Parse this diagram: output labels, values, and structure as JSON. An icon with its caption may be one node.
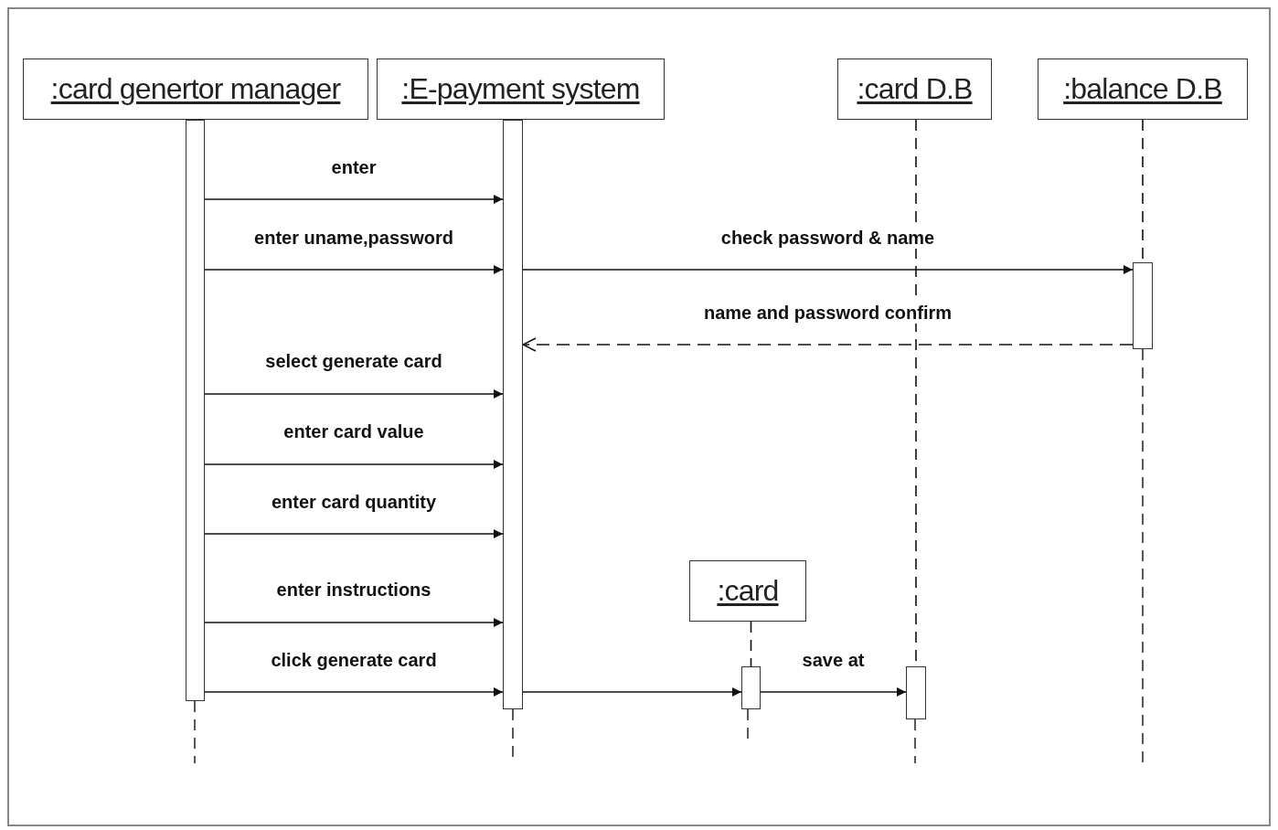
{
  "diagram": {
    "nodes": [
      {
        "text": [
          ":card genertor manager"
        ]
      },
      {
        "text": [
          ":E-payment system"
        ]
      },
      {
        "text": [
          ":card D.B"
        ]
      },
      {
        "text": [
          ":balance  D.B"
        ]
      },
      {
        "text": [],
        "shape": "bar"
      },
      {
        "text": [],
        "shape": "bar"
      },
      {
        "text": [],
        "shape": "bar"
      },
      {
        "text": [
          ":card"
        ]
      },
      {
        "text": [],
        "shape": "bar"
      },
      {
        "text": [],
        "shape": "bar"
      }
    ],
    "edges": [
      {
        "from": 4,
        "to": 5,
        "arrow": "to",
        "label": "enter"
      },
      {
        "from": 4,
        "to": 5,
        "arrow": "to",
        "label": "enter uname,password"
      },
      {
        "from": 5,
        "to": 6,
        "arrow": "to",
        "label": "check password & name"
      },
      {
        "from": 6,
        "to": 5,
        "arrow": "to",
        "label": "name and password confirm",
        "style": "dashed"
      },
      {
        "from": 4,
        "to": 5,
        "arrow": "to",
        "label": "select generate card"
      },
      {
        "from": 4,
        "to": 5,
        "arrow": "to",
        "label": "enter card value"
      },
      {
        "from": 4,
        "to": 5,
        "arrow": "to",
        "label": "enter card quantity"
      },
      {
        "from": 4,
        "to": 5,
        "arrow": "to",
        "label": "enter instructions"
      },
      {
        "from": 4,
        "to": 5,
        "arrow": "to",
        "label": "click generate card"
      },
      {
        "from": 5,
        "to": 8,
        "arrow": "to"
      },
      {
        "from": 8,
        "to": 9,
        "arrow": "to",
        "label": "save at"
      },
      {
        "from": 2,
        "to": 9,
        "arrow": "none",
        "style": "dashed"
      },
      {
        "from": 3,
        "to": 6,
        "arrow": "none",
        "style": "dashed"
      },
      {
        "from": 7,
        "to": 8,
        "arrow": "none",
        "style": "dashed"
      }
    ]
  }
}
